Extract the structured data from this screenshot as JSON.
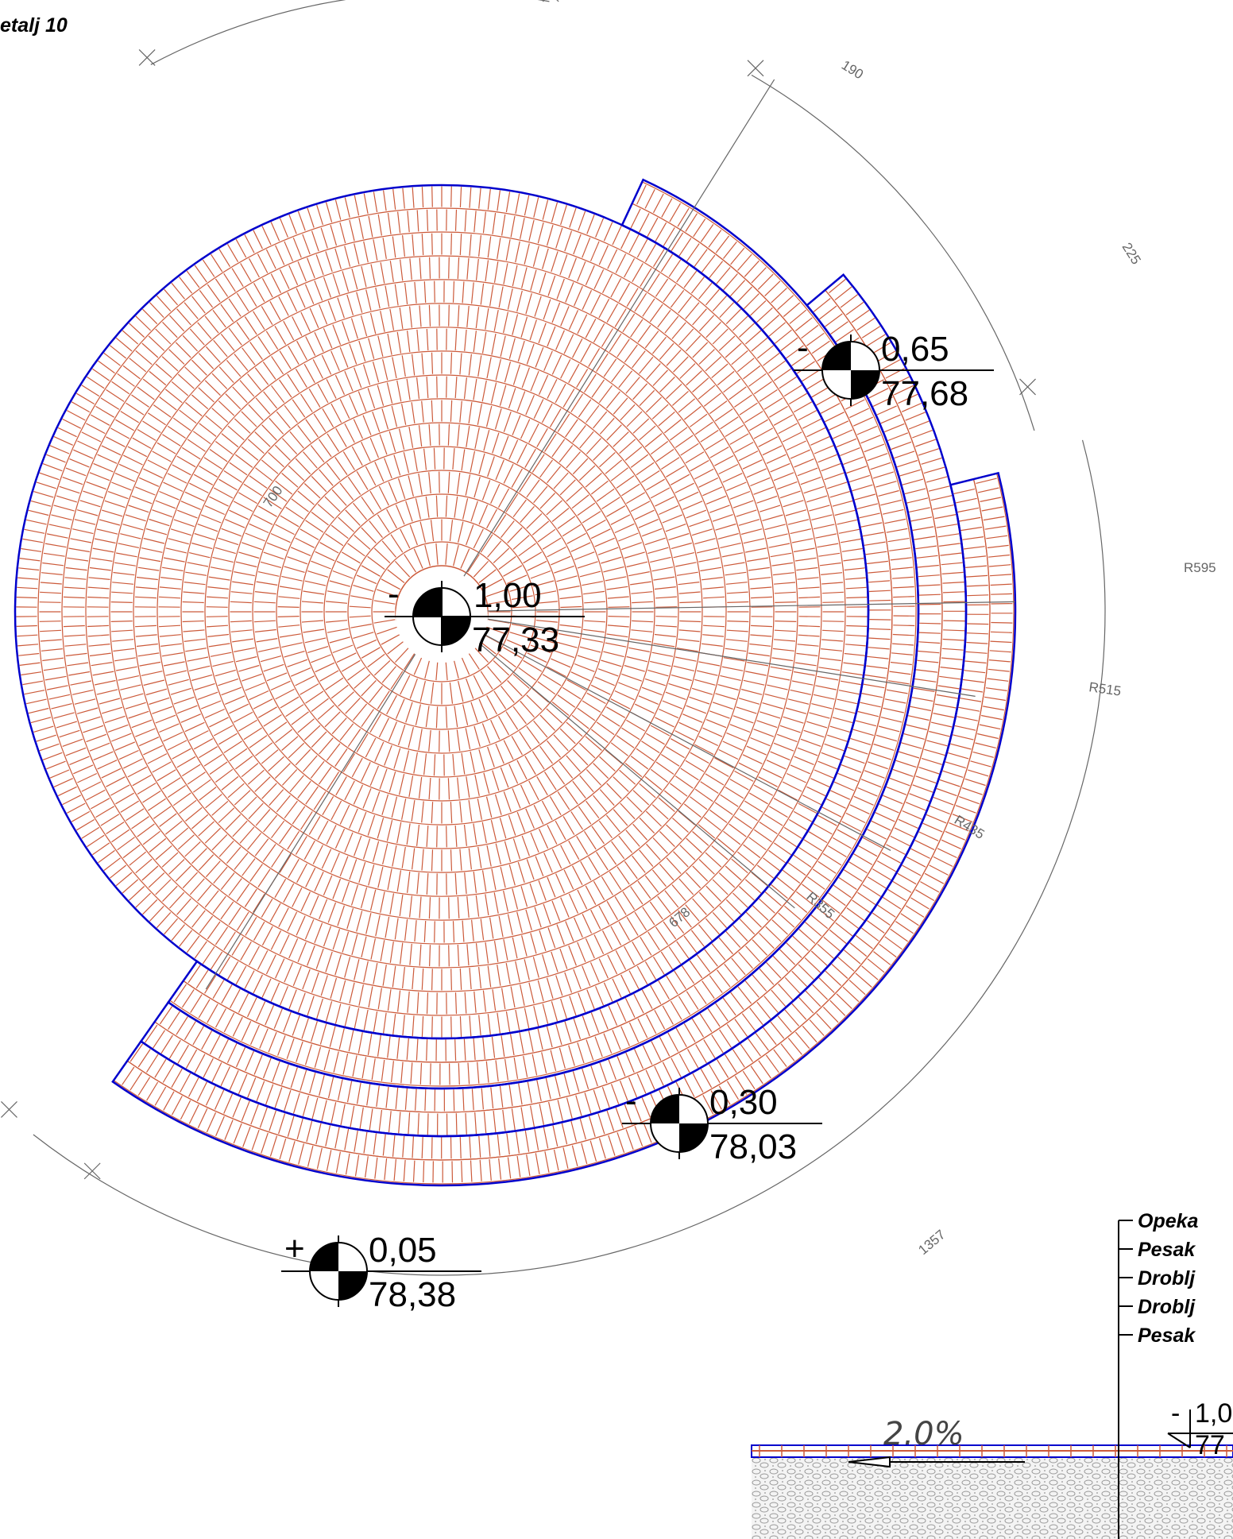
{
  "title": "etalj 10",
  "plaza": {
    "colors": {
      "paving": "#cc5a3a",
      "edge": "#0000cc",
      "dimension": "#666666",
      "marker": "#000000"
    },
    "outer_radius_labels": [
      "R595",
      "R515",
      "R435",
      "R355"
    ],
    "dimensions": {
      "diameter": "700",
      "arc_top": "190",
      "arc_right": "225",
      "arc_bottom": "1357",
      "inner": "678"
    }
  },
  "levels": {
    "center": {
      "sign": "-",
      "rel": "1,00",
      "abs": "77,33"
    },
    "terrace1": {
      "sign": "-",
      "rel": "0,65",
      "abs": "77,68"
    },
    "terrace2": {
      "sign": "-",
      "rel": "0,30",
      "abs": "78,03"
    },
    "terrace3": {
      "sign": "+",
      "rel": "0,05",
      "abs": "78,38"
    }
  },
  "section": {
    "slope": "2.0%",
    "level_sign": "-",
    "level_rel": "1,0",
    "level_abs": "77",
    "layers": [
      "Opeka",
      "Pesak",
      "Droblj",
      "Droblj",
      "Pesak"
    ]
  }
}
